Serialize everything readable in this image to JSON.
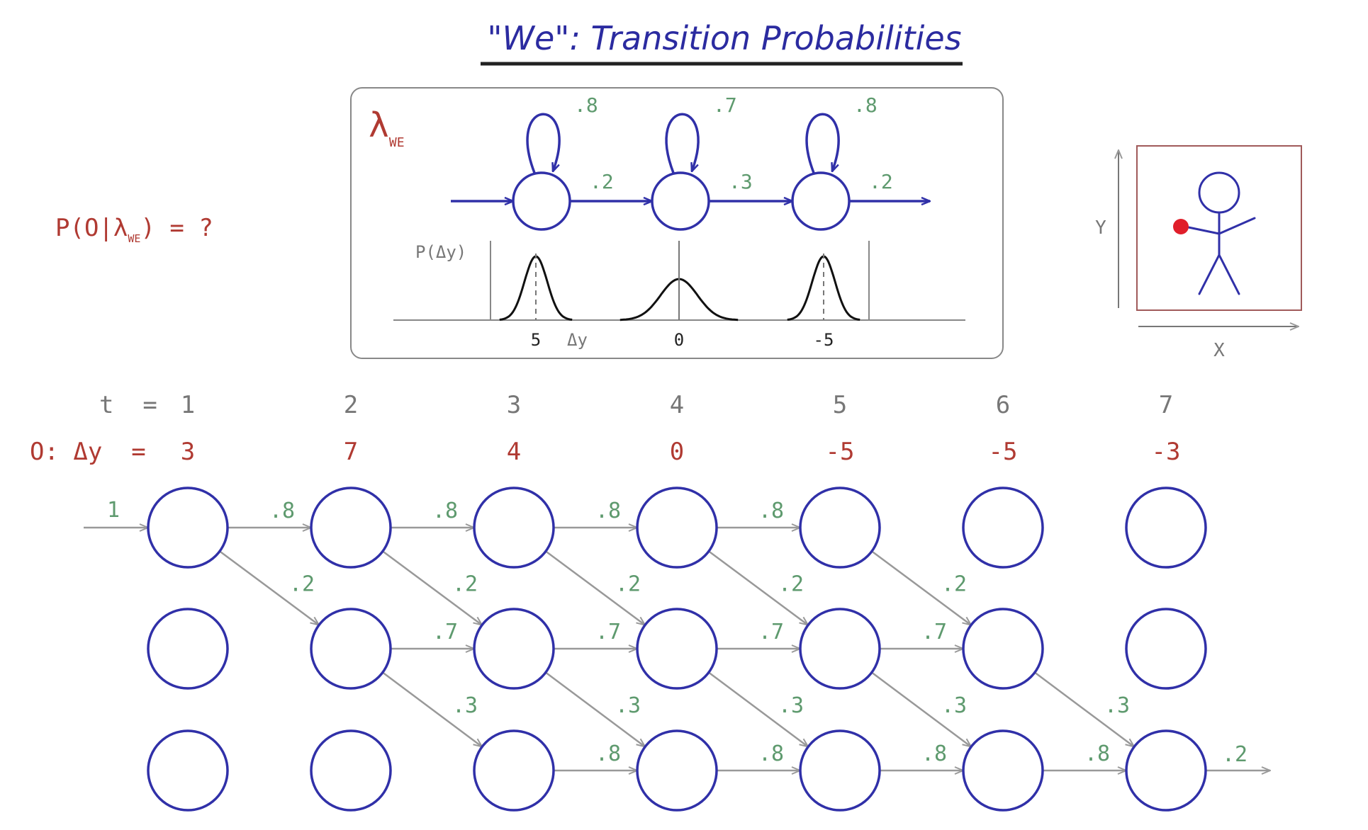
{
  "title": "\"We\": Transition Probabilities",
  "question": {
    "prefix": "P(O|",
    "lambda": "λ",
    "sub": "WE",
    "suffix": ") = ?"
  },
  "model": {
    "label": "λ",
    "label_sub": "WE",
    "self_probs": [
      ".8",
      ".7",
      ".8"
    ],
    "forward_probs": [
      ".2",
      ".3",
      ".2"
    ],
    "density_label": "P(Δy)",
    "axis_label": "Δy",
    "means": [
      "5",
      "0",
      "-5"
    ]
  },
  "frame": {
    "x_label": "X",
    "y_label": "Y"
  },
  "observations": {
    "t_label": "t  =",
    "t_values": [
      "1",
      "2",
      "3",
      "4",
      "5",
      "6",
      "7"
    ],
    "o_label": "O: Δy  =",
    "o_values": [
      "3",
      "7",
      "4",
      "0",
      "-5",
      "-5",
      "-3"
    ]
  },
  "trellis": {
    "start_prob": "1",
    "columns": 7,
    "rows": 3,
    "edges": [
      {
        "from": [
          0,
          0
        ],
        "to": [
          1,
          0
        ],
        "label": ".8"
      },
      {
        "from": [
          1,
          0
        ],
        "to": [
          2,
          0
        ],
        "label": ".8"
      },
      {
        "from": [
          2,
          0
        ],
        "to": [
          3,
          0
        ],
        "label": ".8"
      },
      {
        "from": [
          3,
          0
        ],
        "to": [
          4,
          0
        ],
        "label": ".8"
      },
      {
        "from": [
          0,
          0
        ],
        "to": [
          1,
          1
        ],
        "label": ".2"
      },
      {
        "from": [
          1,
          0
        ],
        "to": [
          2,
          1
        ],
        "label": ".2"
      },
      {
        "from": [
          2,
          0
        ],
        "to": [
          3,
          1
        ],
        "label": ".2"
      },
      {
        "from": [
          3,
          0
        ],
        "to": [
          4,
          1
        ],
        "label": ".2"
      },
      {
        "from": [
          4,
          0
        ],
        "to": [
          5,
          1
        ],
        "label": ".2"
      },
      {
        "from": [
          1,
          1
        ],
        "to": [
          2,
          1
        ],
        "label": ".7"
      },
      {
        "from": [
          2,
          1
        ],
        "to": [
          3,
          1
        ],
        "label": ".7"
      },
      {
        "from": [
          3,
          1
        ],
        "to": [
          4,
          1
        ],
        "label": ".7"
      },
      {
        "from": [
          4,
          1
        ],
        "to": [
          5,
          1
        ],
        "label": ".7"
      },
      {
        "from": [
          1,
          1
        ],
        "to": [
          2,
          2
        ],
        "label": ".3"
      },
      {
        "from": [
          2,
          1
        ],
        "to": [
          3,
          2
        ],
        "label": ".3"
      },
      {
        "from": [
          3,
          1
        ],
        "to": [
          4,
          2
        ],
        "label": ".3"
      },
      {
        "from": [
          4,
          1
        ],
        "to": [
          5,
          2
        ],
        "label": ".3"
      },
      {
        "from": [
          5,
          1
        ],
        "to": [
          6,
          2
        ],
        "label": ".3"
      },
      {
        "from": [
          2,
          2
        ],
        "to": [
          3,
          2
        ],
        "label": ".8"
      },
      {
        "from": [
          3,
          2
        ],
        "to": [
          4,
          2
        ],
        "label": ".8"
      },
      {
        "from": [
          4,
          2
        ],
        "to": [
          5,
          2
        ],
        "label": ".8"
      },
      {
        "from": [
          5,
          2
        ],
        "to": [
          6,
          2
        ],
        "label": ".8"
      }
    ],
    "exit_prob": ".2"
  },
  "colors": {
    "title": "#2b2ba0",
    "node": "#3030a8",
    "prob": "#5e9a6e",
    "red": "#b03a32",
    "gray": "#777777",
    "trellis_arrow": "#999999",
    "dot": "#e01e2a"
  }
}
